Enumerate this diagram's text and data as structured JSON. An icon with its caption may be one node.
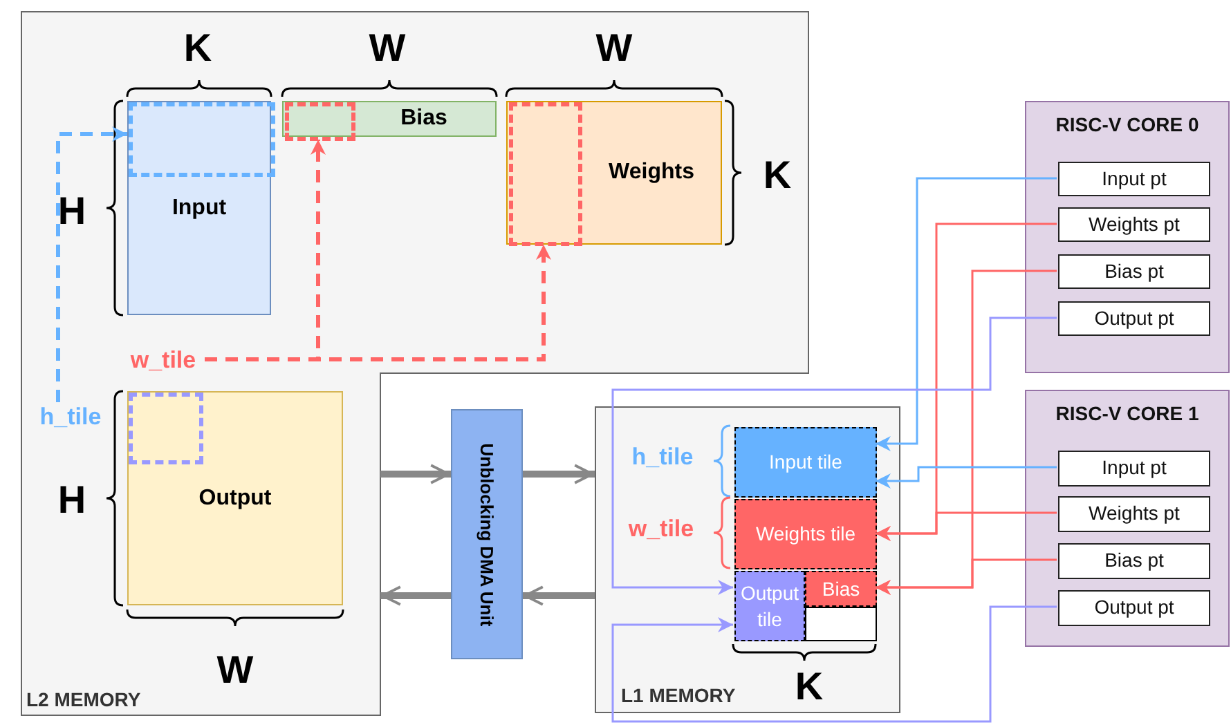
{
  "diagram": {
    "nodes": [
      {
        "text": [
          "L2 MEMORY"
        ]
      },
      {
        "text": [
          "Input"
        ],
        "in": 0
      },
      {
        "text": [],
        "shape": "box",
        "in": 1
      },
      {
        "text": [
          "Bias"
        ],
        "in": 0
      },
      {
        "text": [],
        "shape": "box",
        "in": 3
      },
      {
        "text": [
          "Weights"
        ],
        "in": 0
      },
      {
        "text": [],
        "shape": "box",
        "in": 5
      },
      {
        "text": [
          "w_tile"
        ],
        "in": 0
      },
      {
        "text": [
          "h_tile"
        ],
        "in": 0
      },
      {
        "text": [
          "Output"
        ],
        "in": 0
      },
      {
        "text": [],
        "shape": "box",
        "in": 9
      },
      {
        "text": [
          "Unblocking DMA Unit"
        ]
      },
      {
        "text": [
          "L1 MEMORY"
        ]
      },
      {
        "text": [
          "Input tile"
        ],
        "in": 12
      },
      {
        "text": [
          "Weights tile"
        ],
        "in": 12
      },
      {
        "text": [
          "Output tile"
        ],
        "in": 12
      },
      {
        "text": [
          "Bias"
        ],
        "in": 12
      },
      {
        "text": [],
        "shape": "box",
        "in": 12
      },
      {
        "text": [
          "RISC-V CORE 0"
        ]
      },
      {
        "text": [
          "Input pt"
        ],
        "in": 18
      },
      {
        "text": [
          "Weights pt"
        ],
        "in": 18
      },
      {
        "text": [
          "Bias pt"
        ],
        "in": 18
      },
      {
        "text": [
          "Output pt"
        ],
        "in": 18
      },
      {
        "text": [
          "RISC-V CORE 1"
        ]
      },
      {
        "text": [
          "Input pt"
        ],
        "in": 23
      },
      {
        "text": [
          "Weights pt"
        ],
        "in": 23
      },
      {
        "text": [
          "Bias pt"
        ],
        "in": 23
      },
      {
        "text": [
          "Output pt"
        ],
        "in": 23
      }
    ],
    "edges": [
      {
        "from": 8,
        "to": 2,
        "arrow": "to",
        "style": "dashed",
        "color": "#66b2ff"
      },
      {
        "from": 7,
        "to": 4,
        "arrow": "to",
        "style": "dashed",
        "color": "#ff6666"
      },
      {
        "from": 7,
        "to": 6,
        "arrow": "to",
        "style": "dashed",
        "color": "#ff6666"
      },
      {
        "from": 0,
        "to": 11,
        "arrow": "to",
        "style": "thick",
        "color": "#888888"
      },
      {
        "from": 11,
        "to": 12,
        "arrow": "to",
        "style": "thick",
        "color": "#888888"
      },
      {
        "from": 12,
        "to": 11,
        "arrow": "to",
        "style": "thick",
        "color": "#888888"
      },
      {
        "from": 11,
        "to": 0,
        "arrow": "to",
        "style": "thick",
        "color": "#888888"
      },
      {
        "from": 19,
        "to": 13,
        "arrow": "to",
        "color": "#66b2ff"
      },
      {
        "from": 20,
        "to": 14,
        "arrow": "to",
        "color": "#ff6666"
      },
      {
        "from": 21,
        "to": 16,
        "arrow": "to",
        "color": "#ff6666"
      },
      {
        "from": 22,
        "to": 15,
        "arrow": "to",
        "color": "#9999ff"
      },
      {
        "from": 24,
        "to": 13,
        "arrow": "to",
        "color": "#66b2ff"
      },
      {
        "from": 25,
        "to": 14,
        "arrow": "to",
        "color": "#ff6666"
      },
      {
        "from": 26,
        "to": 16,
        "arrow": "to",
        "color": "#ff6666"
      },
      {
        "from": 27,
        "to": 15,
        "arrow": "to",
        "color": "#9999ff"
      }
    ],
    "labels": [
      "K",
      "W",
      "W",
      "K",
      "H",
      "h_tile",
      "H",
      "w_tile",
      "W",
      "K"
    ]
  }
}
